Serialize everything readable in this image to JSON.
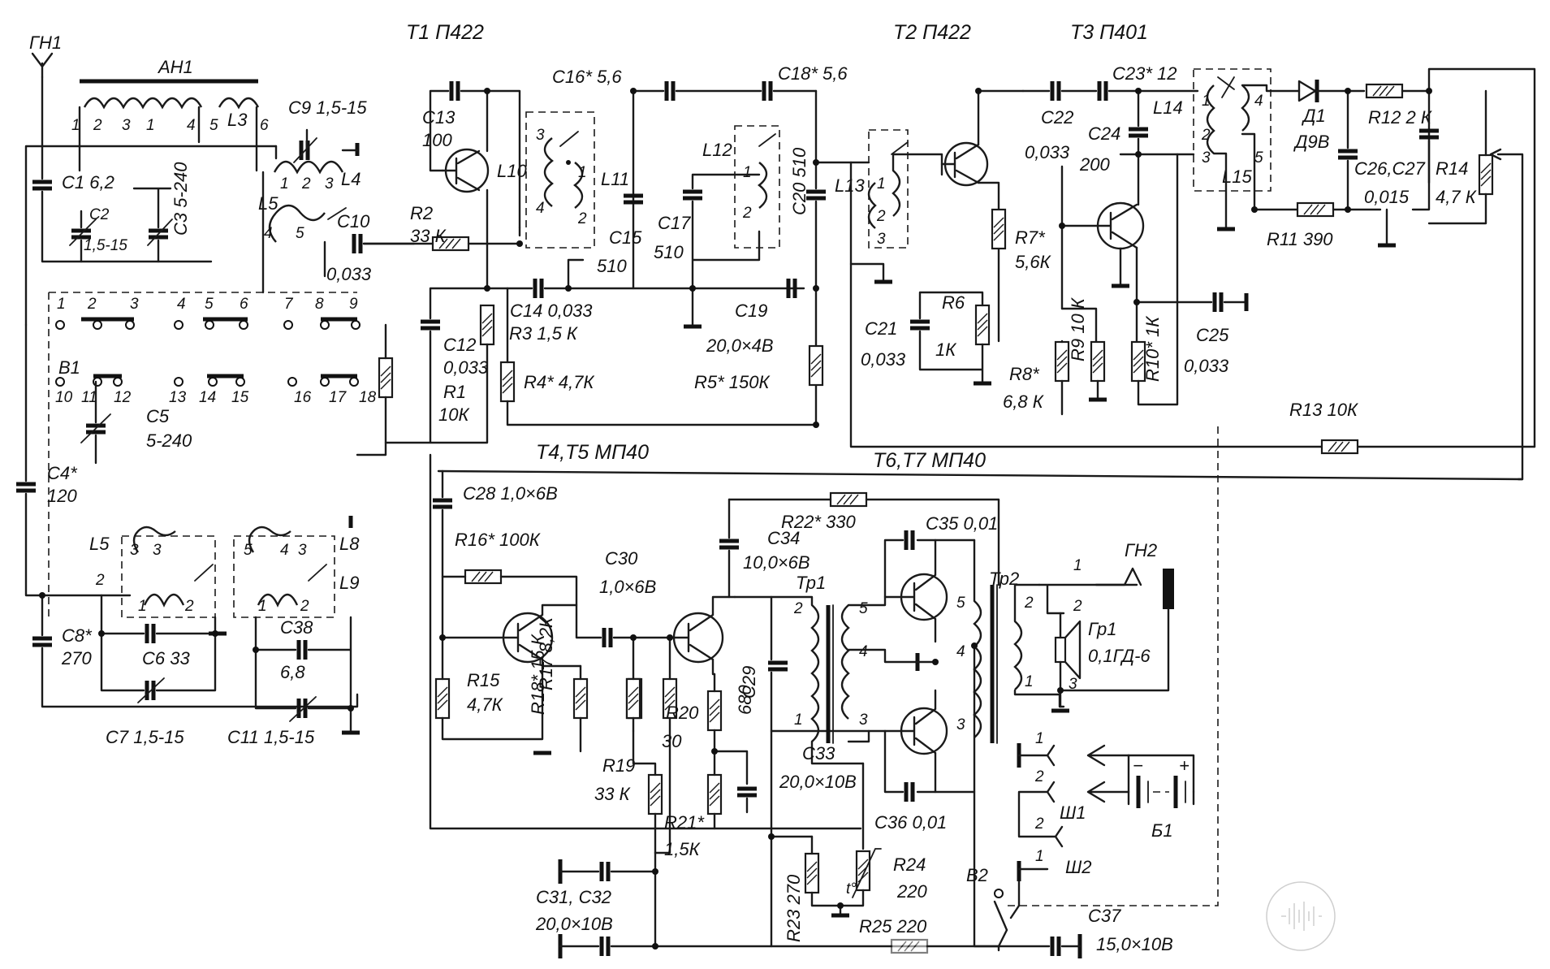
{
  "transistors": {
    "t1": "T1 П422",
    "t2": "T2 П422",
    "t3": "T3 П401",
    "t45": "T4,T5 МП40",
    "t67": "T6,T7 МП40"
  },
  "connectors": {
    "gn1": "ГН1",
    "gn2": "ГН2",
    "an1": "АН1",
    "v1": "В1",
    "v2": "В2",
    "sh1": "Ш1",
    "sh2": "Ш2",
    "b1": "Б1",
    "gr1": "Гр1",
    "gr1_type": "0,1ГД-6",
    "tr1": "Тр1",
    "tr2": "Тр2",
    "d1": "Д1",
    "d1_type": "Д9В"
  },
  "components": {
    "c1": "C1 6,2",
    "c2": "C2",
    "c2_val": "1,5-15",
    "c3": "C3 5-240",
    "c4": "C4*",
    "c4_val": "120",
    "c5": "C5",
    "c5_val": "5-240",
    "c6": "C6 33",
    "c7": "C7 1,5-15",
    "c8": "C8*",
    "c8_val": "270",
    "c9": "C9 1,5-15",
    "c10": "C10",
    "c10_val": "0,033",
    "c11": "C11 1,5-15",
    "c12": "C12",
    "c12_val": "0,033",
    "c13": "C13",
    "c13_val": "100",
    "c14": "C14 0,033",
    "c15": "C15",
    "c15_val": "510",
    "c16": "C16* 5,6",
    "c17": "C17",
    "c17_val": "510",
    "c18": "C18* 5,6",
    "c19": "C19",
    "c19_val": "20,0×4В",
    "c20": "C20 510",
    "c21": "C21",
    "c21_val": "0,033",
    "c22": "C22",
    "c22_val": "0,033",
    "c23": "C23* 12",
    "c24": "C24",
    "c24_val": "200",
    "c25": "C25",
    "c25_val": "0,033",
    "c2627": "C26,C27",
    "c2627_val": "0,015",
    "c28": "C28 1,0×6В",
    "c29": "C29",
    "c29_val": "680",
    "c30": "C30",
    "c30_val": "1,0×6В",
    "c3132": "C31, C32",
    "c3132_val": "20,0×10В",
    "c33": "C33",
    "c33_val": "20,0×10В",
    "c34": "C34",
    "c34_val": "10,0×6В",
    "c35": "C35 0,01",
    "c36": "C36 0,01",
    "c37": "C37",
    "c37_val": "15,0×10В",
    "c38": "C38",
    "c38_val": "6,8",
    "r1": "R1",
    "r1_val": "10К",
    "r2": "R2",
    "r2_val": "33 К",
    "r3": "R3 1,5 К",
    "r4": "R4* 4,7К",
    "r5": "R5* 150К",
    "r6": "R6",
    "r6_val": "1К",
    "r7": "R7*",
    "r7_val": "5,6К",
    "r8": "R8*",
    "r8_val": "6,8 К",
    "r9": "R9 10 К",
    "r10": "R10* 1К",
    "r11": "R11 390",
    "r12": "R12 2 К",
    "r13": "R13 10К",
    "r14": "R14",
    "r14_val": "4,7 К",
    "r15": "R15",
    "r15_val": "4,7К",
    "r16": "R16* 100К",
    "r17": "R17 8,2К",
    "r18": "R18* 15 К",
    "r19": "R19",
    "r19_val": "33 К",
    "r20": "R20",
    "r20_val": "30",
    "r21": "R21*",
    "r21_val": "1,5К",
    "r22": "R22* 330",
    "r23": "R23 270",
    "r24": "R24",
    "r24_val": "220",
    "r25": "R25 220",
    "t_sym": "t°"
  },
  "coils": {
    "l3": "L3",
    "l4": "L4",
    "l5": "L5",
    "l8": "L8",
    "l9": "L9",
    "l10": "L10",
    "l11": "L11",
    "l12": "L12",
    "l13": "L13",
    "l14": "L14",
    "l15": "L15"
  },
  "pins": {
    "an1": [
      "1",
      "2",
      "3",
      "1",
      "4",
      "5",
      "6"
    ],
    "l4": [
      "1",
      "2",
      "3"
    ],
    "l5": [
      "4",
      "5"
    ],
    "switch_top": [
      "1",
      "2",
      "3",
      "4",
      "5",
      "6",
      "7",
      "8",
      "9"
    ],
    "switch_mid": [
      "10",
      "11",
      "12",
      "13",
      "14",
      "15",
      "16",
      "17",
      "18"
    ],
    "l5b": [
      "3",
      "3",
      "2",
      "1",
      "2"
    ],
    "l8": [
      "5",
      "4",
      "3"
    ],
    "l9": [
      "1",
      "2"
    ],
    "l10": [
      "3",
      "4"
    ],
    "l11": [
      "1",
      "2"
    ],
    "l12": [
      "1",
      "2"
    ],
    "l13": [
      "1",
      "2",
      "3"
    ],
    "l14": [
      "1",
      "2",
      "3"
    ],
    "l15": [
      "4",
      "5"
    ],
    "tr1": [
      "2",
      "5",
      "4",
      "3",
      "1"
    ],
    "tr2": [
      "5",
      "4",
      "3",
      "2",
      "1"
    ],
    "gn2": [
      "1",
      "2",
      "3"
    ],
    "sh1": [
      "1",
      "2"
    ],
    "sh2": [
      "2",
      "1"
    ],
    "b1_minus": "−",
    "b1_plus": "+"
  }
}
